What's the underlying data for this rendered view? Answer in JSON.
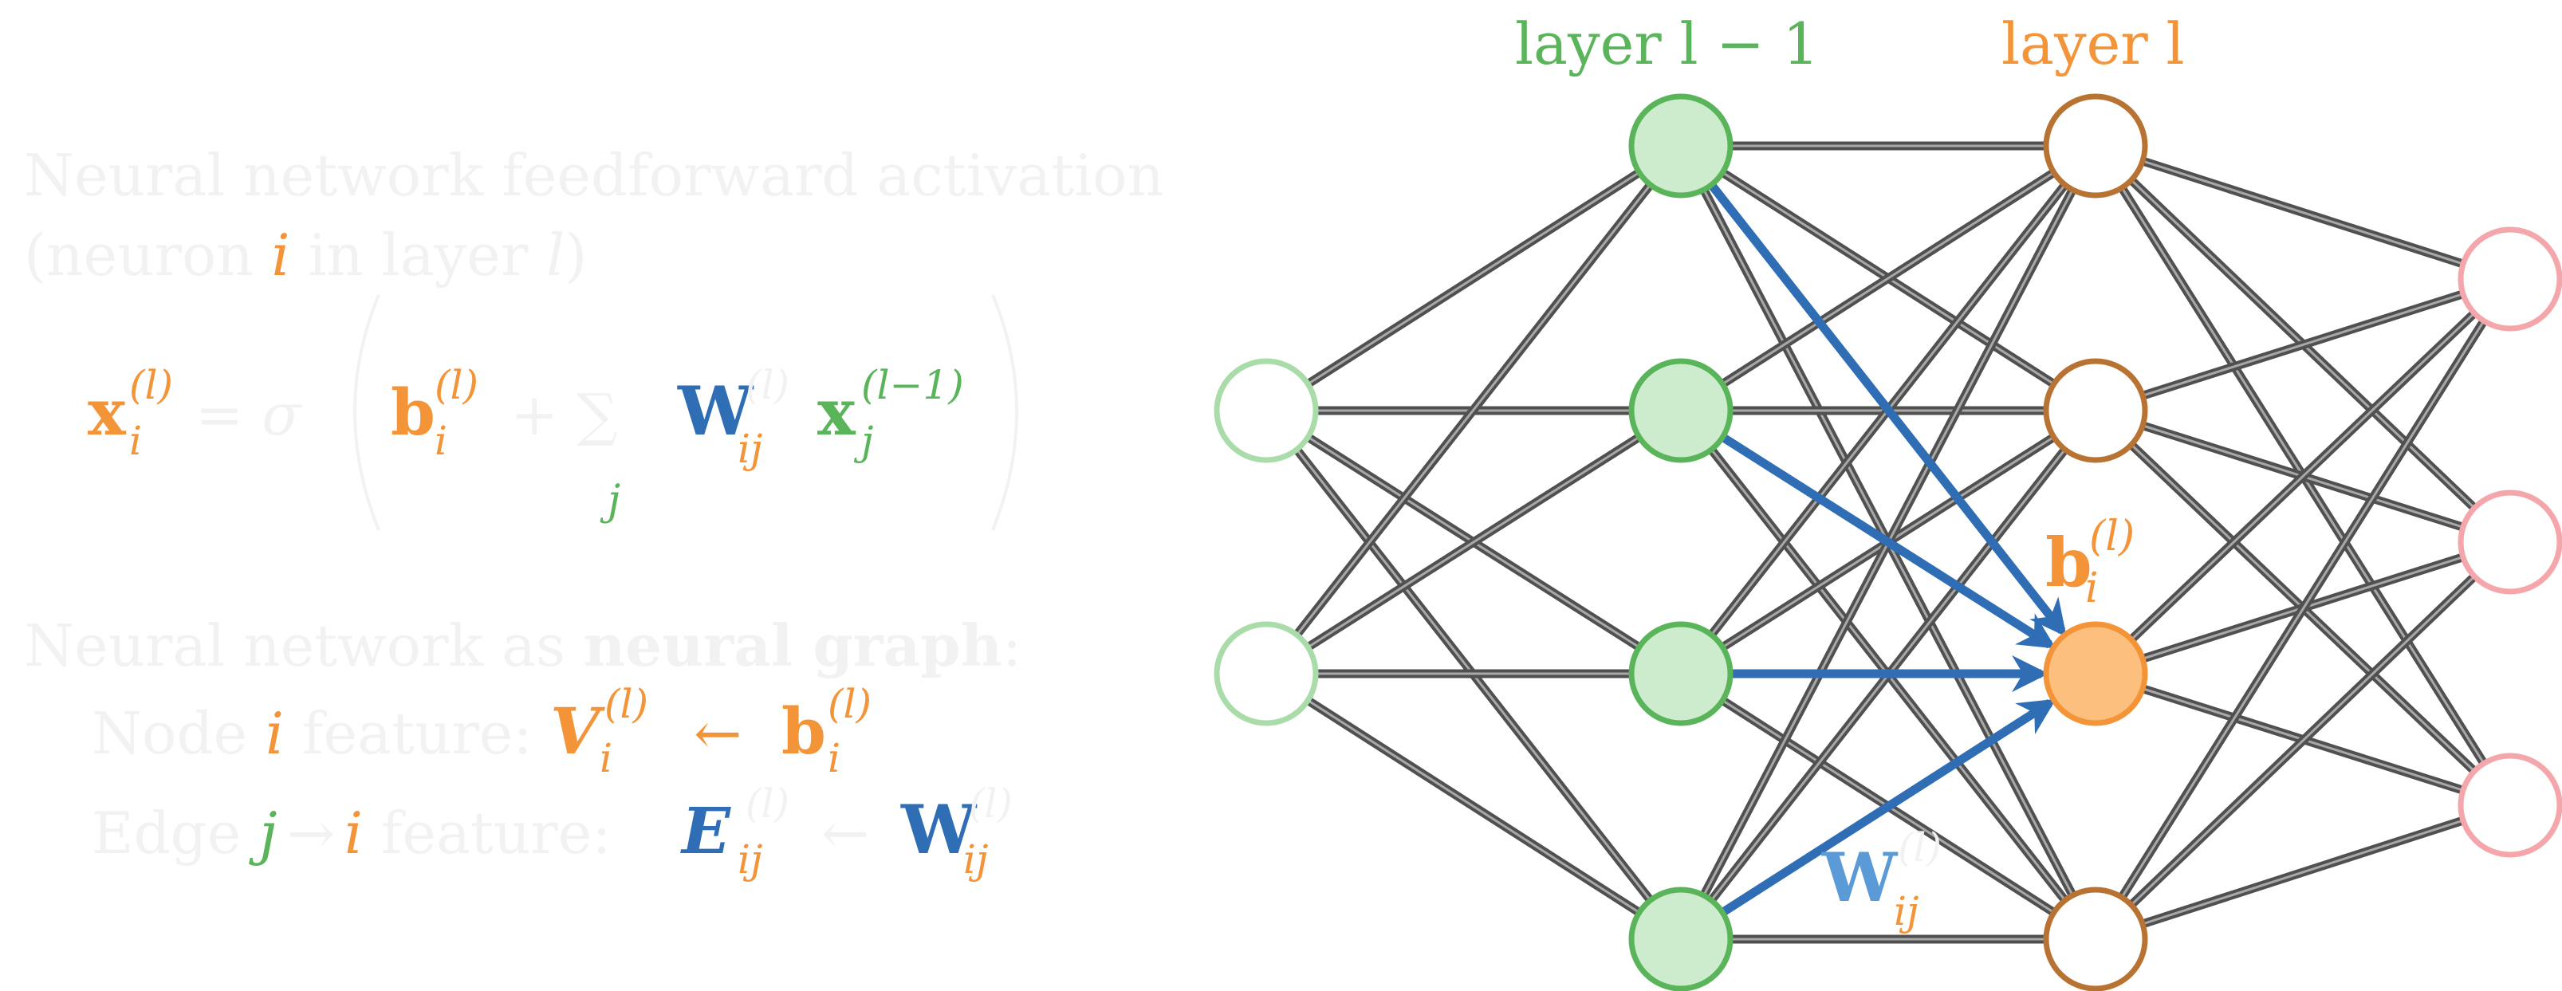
{
  "colors": {
    "orange": "#f39438",
    "orange_fill": "#fdbf7d",
    "orange_dark": "#b87333",
    "green": "#5ab45a",
    "green_fill": "#cdebcd",
    "green_light": "#a9dca9",
    "blue": "#2f6eb5",
    "blue_light": "#5a9ad6",
    "pink": "#f4a6aa",
    "edge": "#505050",
    "faded_text": "#f2f2f2"
  },
  "header_prev_layer": "layer l − 1",
  "header_cur_layer": "layer l",
  "left": {
    "title_line1": "Neural network feedforward activation",
    "title_line2_pre": "(neuron ",
    "title_line2_i": "i",
    "title_line2_mid": " in layer ",
    "title_line2_l": "l",
    "title_line2_post": ")",
    "eq": {
      "x": "x",
      "sub_i": "i",
      "sup_l": "(l)",
      "equals_sigma": "= σ",
      "b": "b",
      "plus_sum": "+ ∑",
      "sum_sub": "j",
      "W": "W",
      "sub_ij": "ij",
      "x_prev": "x",
      "sub_j": "j",
      "sup_lm1": "(l−1)"
    },
    "graph_title_pre": "Neural network as ",
    "graph_title_bold": "neural graph",
    "graph_title_post": ":",
    "node_line": {
      "pre": "Node ",
      "i": "i",
      "mid": " feature: ",
      "V": "V",
      "sub_i": "i",
      "sup_l": "(l)",
      "arrow": "←",
      "b": "b",
      "b_sub": "i",
      "b_sup": "(l)"
    },
    "edge_line": {
      "pre": "Edge ",
      "j": "j",
      "arrow1": "→",
      "i": "i",
      "mid": " feature: ",
      "E": "E",
      "sub_ij": "ij",
      "sup_l": "(l)",
      "arrow2": "←",
      "W": "W",
      "W_sub": "ij",
      "W_sup": "(l)"
    }
  },
  "diagram": {
    "bias_label": {
      "b": "b",
      "sub": "i",
      "sup": "(l)"
    },
    "weight_label": {
      "W": "W",
      "sub": "ij",
      "sup": "(l)"
    }
  }
}
